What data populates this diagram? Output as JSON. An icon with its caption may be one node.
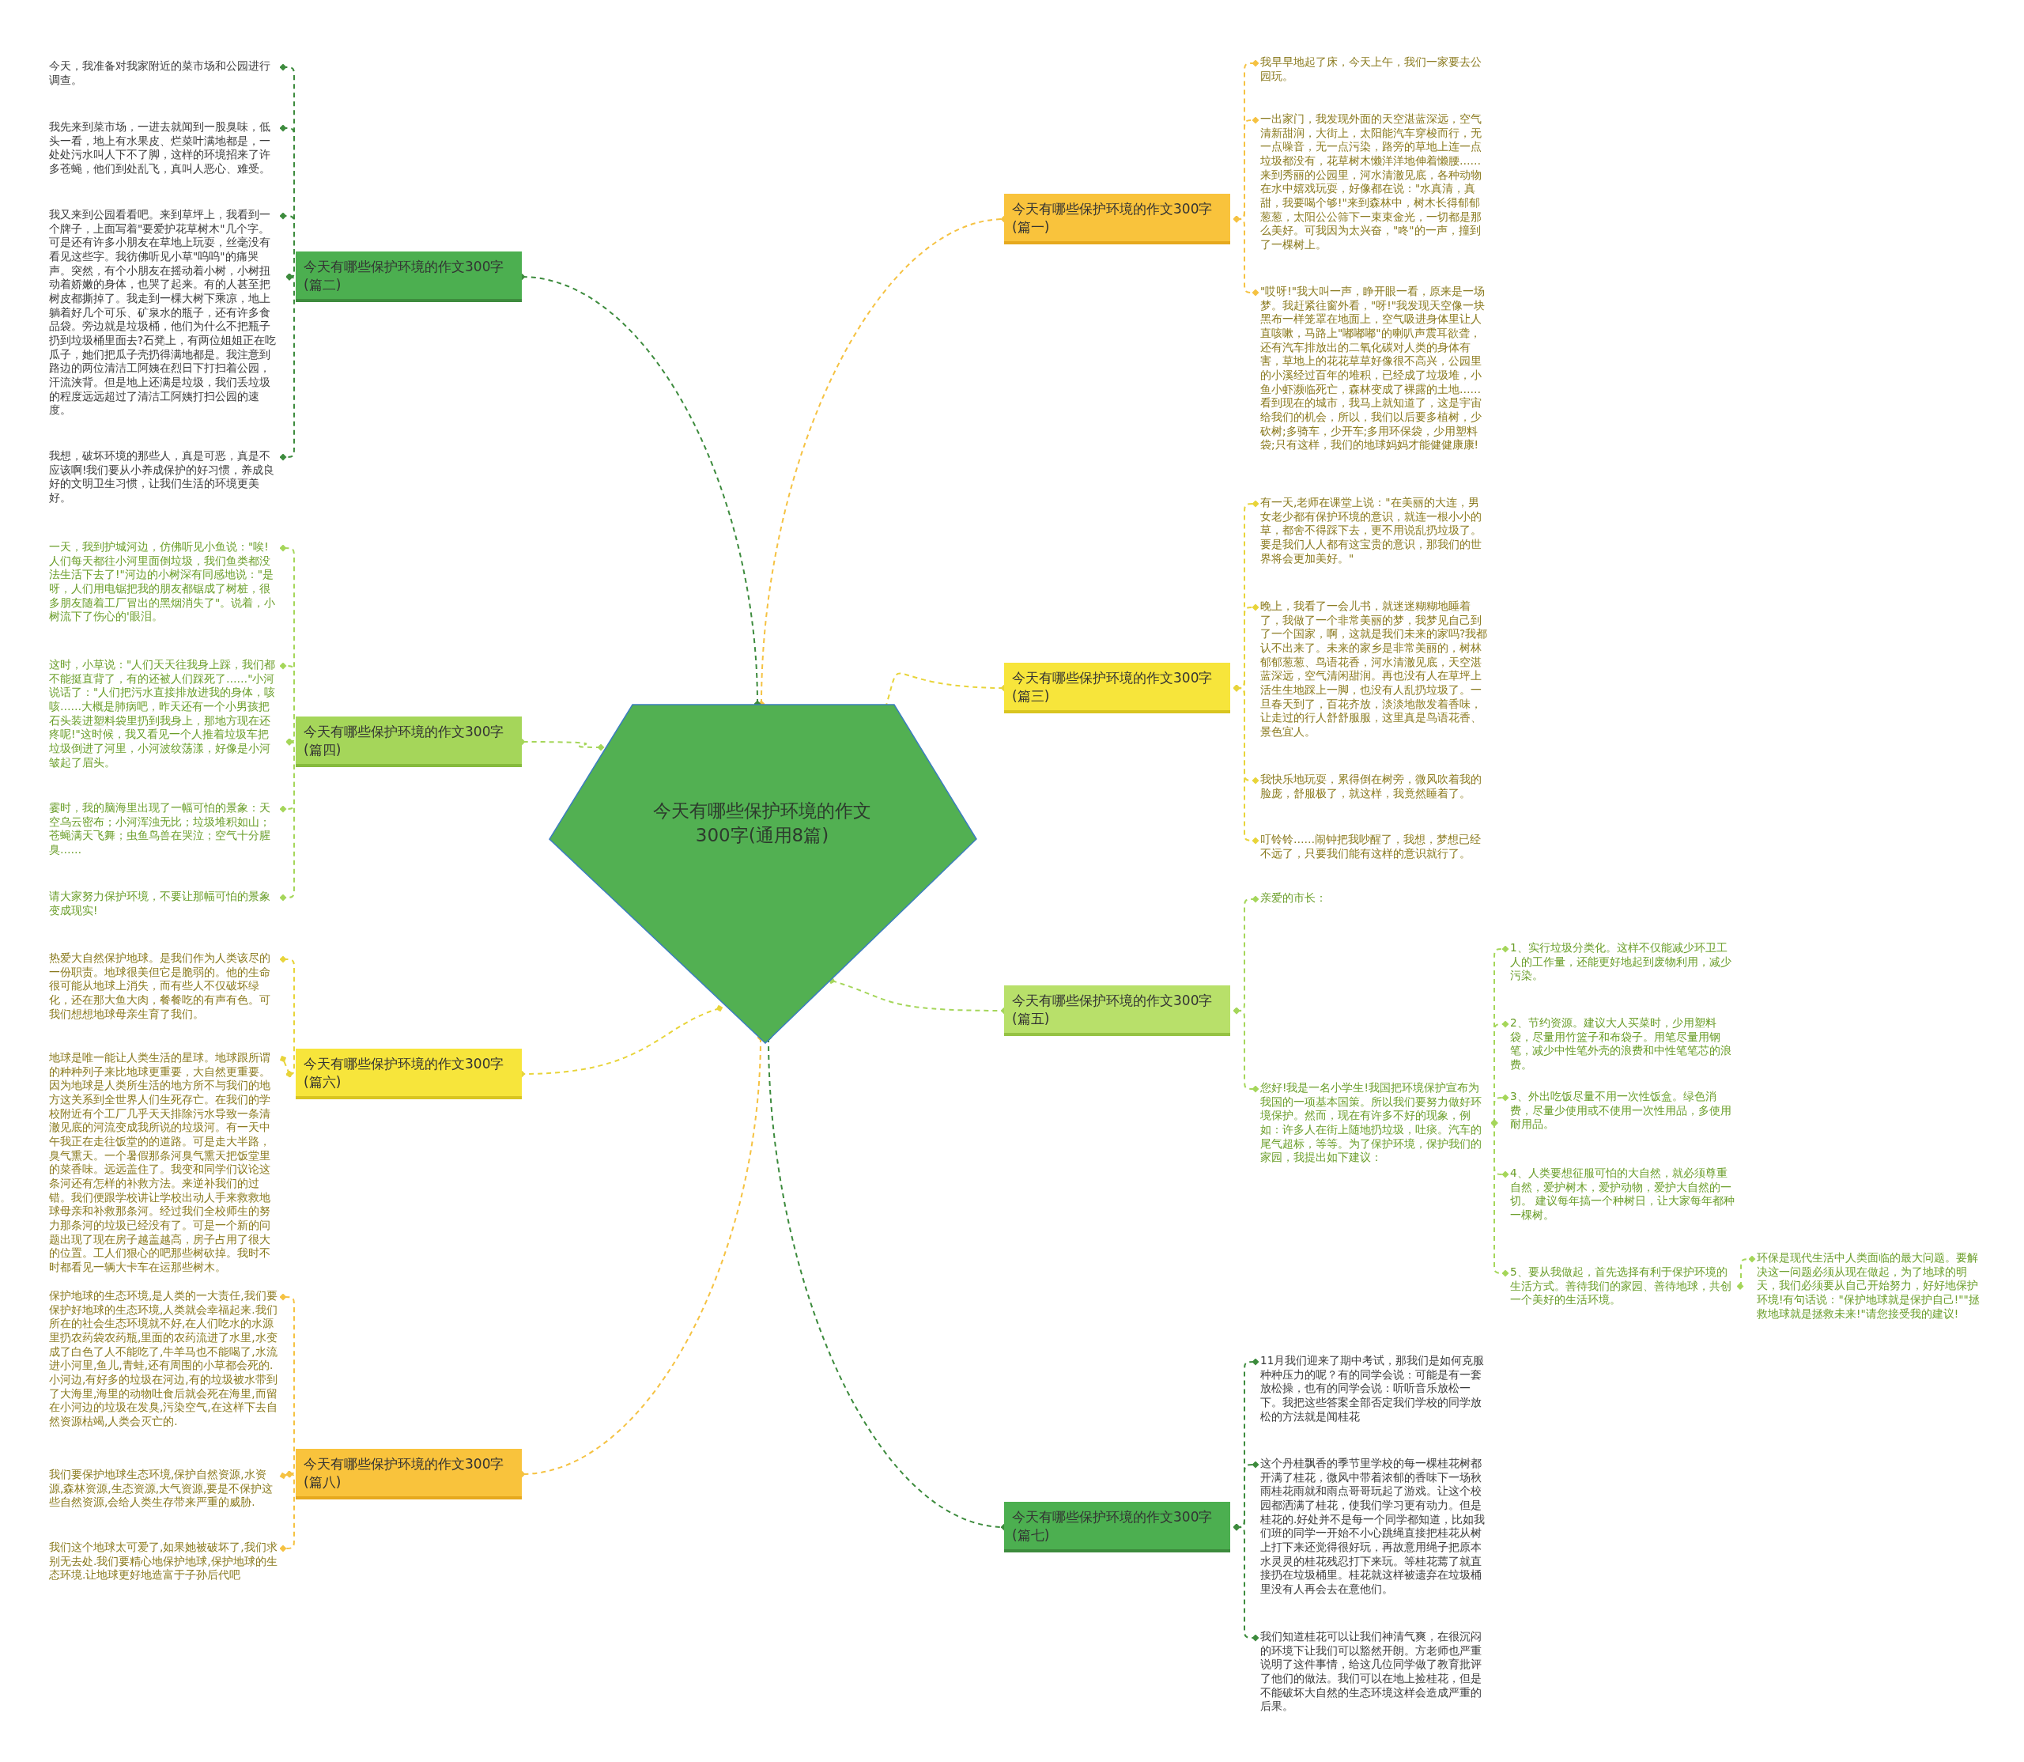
{
  "diagram": {
    "nodes": [
      {
        "text": [
          "今天有哪些保护环境的作文300字(通用8篇)"
        ]
      },
      {
        "text": [
          "今天有哪些保护环境的作文300字(篇一)"
        ]
      },
      {
        "text": [
          "我早早地起了床，今天上午，我们一家要去公园玩。"
        ]
      },
      {
        "text": [
          "一出家门，我发现外面的天空湛蓝深远，空气清新甜润，大街上，太阳能汽车穿梭而行，无一点噪音，无一点污染，路旁的草地上连一点垃圾都没有，花草树木懒洋洋地伸着懒腰……来到秀丽的公园里，河水清澈见底，各种动物在水中嬉戏玩耍，好像都在说：\"水真清，真甜，我要喝个够!\"来到森林中，树木长得郁郁葱葱，太阳公公筛下一束束金光，一切都是那么美好。可我因为太兴奋，\"咚\"的一声，撞到了一棵树上。"
        ]
      },
      {
        "text": [
          "\"哎呀!\"我大叫一声，睁开眼一看，原来是一场梦。我赶紧往窗外看，\"呀!\"我发现天空像一块黑布一样笼罩在地面上，空气吸进身体里让人直咳嗽，马路上\"嘟嘟嘟\"的喇叭声震耳欲聋，还有汽车排放出的二氧化碳对人类的身体有害，草地上的花花草草好像很不高兴，公园里的小溪经过百年的堆积，已经成了垃圾堆，小鱼小虾濒临死亡，森林变成了裸露的土地……看到现在的城市，我马上就知道了，这是宇宙给我们的机会，所以，我们以后要多植树，少砍树;多骑车，少开车;多用环保袋，少用塑料袋;只有这样，我们的地球妈妈才能健健康康!"
        ]
      },
      {
        "text": [
          "今天有哪些保护环境的作文300字(篇二)"
        ]
      },
      {
        "text": [
          "今天，我准备对我家附近的菜市场和公园进行调查。"
        ]
      },
      {
        "text": [
          "我先来到菜市场，一进去就闻到一股臭味，低头一看，地上有水果皮、烂菜叶满地都是，一处处污水叫人下不了脚，这样的环境招来了许多苍蝇，他们到处乱飞，真叫人恶心、难受。"
        ]
      },
      {
        "text": [
          "我又来到公园看看吧。来到草坪上，我看到一个牌子，上面写着\"要爱护花草树木\"几个字。可是还有许多小朋友在草地上玩耍，丝毫没有看见这些字。我彷佛听见小草\"呜呜\"的痛哭声。突然，有个小朋友在摇动着小树，小树扭动着娇嫩的身体，也哭了起来。有的人甚至把树皮都撕掉了。我走到一棵大树下乘凉，地上躺着好几个可乐、矿泉水的瓶子，还有许多食品袋。旁边就是垃圾桶，他们为什么不把瓶子扔到垃圾桶里面去?石凳上，有两位姐姐正在吃瓜子，她们把瓜子壳扔得满地都是。我注意到路边的两位清洁工阿姨在烈日下打扫着公园，汗流浃背。但是地上还满是垃圾，我们丢垃圾的程度远远超过了清洁工阿姨打扫公园的速度。"
        ]
      },
      {
        "text": [
          "我想，破坏环境的那些人，真是可恶，真是不应该啊!我们要从小养成保护的好习惯，养成良好的文明卫生习惯，让我们生活的环境更美好。"
        ]
      },
      {
        "text": [
          "今天有哪些保护环境的作文300字(篇三)"
        ]
      },
      {
        "text": [
          "有一天,老师在课堂上说：\"在美丽的大连，男女老少都有保护环境的意识，就连一根小小的草，都舍不得踩下去，更不用说乱扔垃圾了。要是我们人人都有这宝贵的意识，那我们的世界将会更加美好。\""
        ]
      },
      {
        "text": [
          "晚上，我看了一会儿书，就迷迷糊糊地睡着了，我做了一个非常美丽的梦，我梦见自己到了一个国家，啊，这就是我们未来的家吗?我都认不出来了。未来的家乡是非常美丽的，树林郁郁葱葱、鸟语花香，河水清澈见底，天空湛蓝深远，空气清闲甜润。再也没有人在草坪上活生生地踩上一脚，也没有人乱扔垃圾了。一旦春天到了，百花齐放，淡淡地散发着香味，让走过的行人舒舒服服，这里真是鸟语花香、景色宜人。"
        ]
      },
      {
        "text": [
          "我快乐地玩耍，累得倒在树旁，微风吹着我的脸庞，舒服极了，就这样，我竟然睡着了。"
        ]
      },
      {
        "text": [
          "叮铃铃……闹钟把我吵醒了，我想，梦想已经不远了，只要我们能有这样的意识就行了。"
        ]
      },
      {
        "text": [
          "今天有哪些保护环境的作文300字(篇四)"
        ]
      },
      {
        "text": [
          "一天，我到护城河边，仿佛听见小鱼说：\"唉!人们每天都往小河里面倒垃圾，我们鱼类都没法生活下去了!\"河边的小树深有同感地说：\"是呀，人们用电锯把我的朋友都锯成了树桩，很多朋友随着工厂冒出的黑烟消失了\"。说着，小树流下了伤心的'眼泪。"
        ]
      },
      {
        "text": [
          "这时，小草说：\"人们天天往我身上踩，我们都不能挺直背了，有的还被人们踩死了……\"小河说话了：\"人们把污水直接排放进我的身体，咳咳……大概是肺病吧，昨天还有一个小男孩把石头装进塑料袋里扔到我身上，那地方现在还疼呢!\"这时候，我又看见一个人推着垃圾车把垃圾倒进了河里，小河波纹荡漾，好像是小河皱起了眉头。"
        ]
      },
      {
        "text": [
          "霎时，我的脑海里出现了一幅可怕的景象：天空乌云密布；小河浑浊无比；垃圾堆积如山；苍蝇满天飞舞；虫鱼鸟兽在哭泣；空气十分腥臭……"
        ]
      },
      {
        "text": [
          "请大家努力保护环境，不要让那幅可怕的景象变成现实!"
        ]
      },
      {
        "text": [
          "今天有哪些保护环境的作文300字(篇五)"
        ]
      },
      {
        "text": [
          "亲爱的市长："
        ]
      },
      {
        "text": [
          "您好!我是一名小学生!我国把环境保护宣布为我国的一项基本国策。所以我们要努力做好环境保护。然而，现在有许多不好的现象，例如：许多人在街上随地扔垃圾，吐痰。汽车的尾气超标，等等。为了保护环境，保护我们的家园，我提出如下建议："
        ]
      },
      {
        "text": [
          "1、实行垃圾分类化。这样不仅能减少环卫工人的工作量，还能更好地起到废物利用，减少污染。"
        ]
      },
      {
        "text": [
          "2、节约资源。建议大人买菜时，少用塑料袋，尽量用竹篮子和布袋子。用笔尽量用钢笔，减少中性笔外壳的浪费和中性笔笔芯的浪费。"
        ]
      },
      {
        "text": [
          "3、外出吃饭尽量不用一次性饭盒。绿色消费，尽量少使用或不使用一次性用品，多使用耐用品。"
        ]
      },
      {
        "text": [
          "4、人类要想征服可怕的大自然，就必须尊重自然，爱护树木，爱护动物，爱护大自然的一切。 建议每年搞一个种树日，让大家每年都种一棵树。"
        ]
      },
      {
        "text": [
          "5、要从我做起，首先选择有利于保护环境的生活方式。善待我们的家园、善待地球，共创一个美好的生活环境。"
        ]
      },
      {
        "text": [
          "环保是现代生活中人类面临的最大问题。要解决这一问题必须从现在做起，为了地球的明天，我们必须要从自己开始努力，好好地保护环境!有句话说：\"保护地球就是保护自己!\"\"拯救地球就是拯救未来!\"请您接受我的建议!"
        ]
      },
      {
        "text": [
          "今天有哪些保护环境的作文300字(篇六)"
        ]
      },
      {
        "text": [
          "热爱大自然保护地球。是我们作为人类该尽的一份职责。地球很美但它是脆弱的。他的生命很可能从地球上消失，而有些人不仅破坏绿化，还在那大鱼大肉，餐餐吃的有声有色。可我们想想地球母亲生育了我们。"
        ]
      },
      {
        "text": [
          "地球是唯一能让人类生活的星球。地球跟所谓的种种列子来比地球更重要，大自然更重要。因为地球是人类所生活的地方所不与我们的地方这关系到全世界人们生死存亡。在我们的学校附近有个工厂几乎天天排除污水导致一条清澈见底的河流变成我所说的垃圾河。有一天中午我正在走往饭堂的的道路。可是走大半路，臭气熏天。一个暑假那条河臭气熏天把饭堂里的菜香味。远远盖住了。我变和同学们议论这条河还有怎样的补救方法。来逆补我们的过错。我们便跟学校讲让学校出动人手来救救地球母亲和补救那条河。经过我们全校师生的努力那条河的垃圾已经没有了。可是一个新的问题出现了现在房子越盖越高，房子占用了很大的位置。工人们狠心的吧那些树砍掉。我时不时都看见一辆大卡车在运那些树木。"
        ]
      },
      {
        "text": [
          "今天有哪些保护环境的作文300字(篇七)"
        ]
      },
      {
        "text": [
          "11月我们迎来了期中考试，那我们是如何克服种种压力的呢？有的同学会说：可能是有一套放松操，也有的同学会说：听听音乐放松一下。我把这些答案全部否定我们学校的同学放松的方法就是闻桂花"
        ]
      },
      {
        "text": [
          "这个丹桂飘香的季节里学校的每一棵桂花树都开满了桂花，微风中带着浓郁的香味下一场秋雨桂花雨就和雨点哥哥玩起了游戏。让这个校园都洒满了桂花，使我们学习更有动力。但是桂花的.好处并不是每一个同学都知道，比如我们班的同学一开始不小心跳绳直接把桂花从树上打下来还觉得很好玩，再故意用绳子把原本水灵灵的桂花残忍打下来玩。等桂花蔫了就直接扔在垃圾桶里。桂花就这样被遗弃在垃圾桶里没有人再会去在意他们。"
        ]
      },
      {
        "text": [
          "我们知道桂花可以让我们神清气爽，在很沉闷的环境下让我们可以豁然开朗。方老师也严重说明了这件事情，给这几位同学做了教育批评了他们的做法。我们可以在地上捡桂花，但是不能破坏大自然的生态环境这样会造成严重的后果。"
        ]
      },
      {
        "text": [
          "今天有哪些保护环境的作文300字(篇八)"
        ]
      },
      {
        "text": [
          "保护地球的生态环境,是人类的一大责任,我们要保护好地球的生态环境,人类就会幸福起来.我们所在的社会生态环境就不好,在人们吃水的水源里扔农药袋农药瓶,里面的农药流进了水里,水变成了白色了人不能吃了,牛羊马也不能喝了,水流进小河里,鱼儿,青蛙,还有周围的小草都会死的.小河边,有好多的垃圾在河边,有的垃圾被水带到了大海里,海里的动物吐食后就会死在海里,而留在小河边的垃圾在发臭,污染空气,在这样下去自然资源枯竭,人类会灭亡的."
        ]
      },
      {
        "text": [
          "我们要保护地球生态环境,保护自然资源,水资源,森林资源,生态资源,大气资源,要是不保护这些自然资源,会给人类生存带来严重的威胁."
        ]
      },
      {
        "text": [
          "我们这个地球太可爱了,如果她被破坏了,我们求别无去处.我们要精心地保护地球,保护地球的生态环境.让地球更好地造富于子孙后代吧"
        ]
      }
    ],
    "edges": [
      {
        "from": 0,
        "to": 1,
        "arrow": "other",
        "style": "dashed",
        "color": "#f5c242"
      },
      {
        "from": 1,
        "to": 2,
        "arrow": "other",
        "style": "dashed",
        "color": "#f5c242"
      },
      {
        "from": 1,
        "to": 3,
        "arrow": "other",
        "style": "dashed",
        "color": "#f5c242"
      },
      {
        "from": 1,
        "to": 4,
        "arrow": "other",
        "style": "dashed",
        "color": "#f5c242"
      },
      {
        "from": 0,
        "to": 5,
        "arrow": "other",
        "style": "dashed",
        "color": "#3d8b3d"
      },
      {
        "from": 5,
        "to": 6,
        "arrow": "other",
        "style": "dashed",
        "color": "#3d8b3d"
      },
      {
        "from": 5,
        "to": 7,
        "arrow": "other",
        "style": "dashed",
        "color": "#3d8b3d"
      },
      {
        "from": 5,
        "to": 8,
        "arrow": "other",
        "style": "dashed",
        "color": "#3d8b3d"
      },
      {
        "from": 5,
        "to": 9,
        "arrow": "other",
        "style": "dashed",
        "color": "#3d8b3d"
      },
      {
        "from": 0,
        "to": 10,
        "arrow": "other",
        "style": "dashed",
        "color": "#e8d43a"
      },
      {
        "from": 10,
        "to": 11,
        "arrow": "other",
        "style": "dashed",
        "color": "#e8d43a"
      },
      {
        "from": 10,
        "to": 12,
        "arrow": "other",
        "style": "dashed",
        "color": "#e8d43a"
      },
      {
        "from": 10,
        "to": 13,
        "arrow": "other",
        "style": "dashed",
        "color": "#e8d43a"
      },
      {
        "from": 10,
        "to": 14,
        "arrow": "other",
        "style": "dashed",
        "color": "#e8d43a"
      },
      {
        "from": 0,
        "to": 15,
        "arrow": "other",
        "style": "dashed",
        "color": "#a5d65a"
      },
      {
        "from": 15,
        "to": 16,
        "arrow": "other",
        "style": "dashed",
        "color": "#a5d65a"
      },
      {
        "from": 15,
        "to": 17,
        "arrow": "other",
        "style": "dashed",
        "color": "#a5d65a"
      },
      {
        "from": 15,
        "to": 18,
        "arrow": "other",
        "style": "dashed",
        "color": "#a5d65a"
      },
      {
        "from": 15,
        "to": 19,
        "arrow": "other",
        "style": "dashed",
        "color": "#a5d65a"
      },
      {
        "from": 0,
        "to": 20,
        "arrow": "other",
        "style": "dashed",
        "color": "#a5d65a"
      },
      {
        "from": 20,
        "to": 21,
        "arrow": "other",
        "style": "dashed",
        "color": "#a5d65a"
      },
      {
        "from": 20,
        "to": 22,
        "arrow": "other",
        "style": "dashed",
        "color": "#a5d65a"
      },
      {
        "from": 22,
        "to": 23,
        "arrow": "other",
        "style": "dashed",
        "color": "#a5d65a"
      },
      {
        "from": 22,
        "to": 24,
        "arrow": "other",
        "style": "dashed",
        "color": "#a5d65a"
      },
      {
        "from": 22,
        "to": 25,
        "arrow": "other",
        "style": "dashed",
        "color": "#a5d65a"
      },
      {
        "from": 22,
        "to": 26,
        "arrow": "other",
        "style": "dashed",
        "color": "#a5d65a"
      },
      {
        "from": 22,
        "to": 27,
        "arrow": "other",
        "style": "dashed",
        "color": "#a5d65a"
      },
      {
        "from": 27,
        "to": 28,
        "arrow": "other",
        "style": "dashed",
        "color": "#a5d65a"
      },
      {
        "from": 0,
        "to": 29,
        "arrow": "other",
        "style": "dashed",
        "color": "#e8d43a"
      },
      {
        "from": 29,
        "to": 30,
        "arrow": "other",
        "style": "dashed",
        "color": "#e8d43a"
      },
      {
        "from": 29,
        "to": 31,
        "arrow": "other",
        "style": "dashed",
        "color": "#e8d43a"
      },
      {
        "from": 0,
        "to": 32,
        "arrow": "other",
        "style": "dashed",
        "color": "#3d8b3d"
      },
      {
        "from": 32,
        "to": 33,
        "arrow": "other",
        "style": "dashed",
        "color": "#3d8b3d"
      },
      {
        "from": 32,
        "to": 34,
        "arrow": "other",
        "style": "dashed",
        "color": "#3d8b3d"
      },
      {
        "from": 32,
        "to": 35,
        "arrow": "other",
        "style": "dashed",
        "color": "#3d8b3d"
      },
      {
        "from": 0,
        "to": 36,
        "arrow": "other",
        "style": "dashed",
        "color": "#f5c242"
      },
      {
        "from": 36,
        "to": 37,
        "arrow": "other",
        "style": "dashed",
        "color": "#f5c242"
      },
      {
        "from": 36,
        "to": 38,
        "arrow": "other",
        "style": "dashed",
        "color": "#f5c242"
      },
      {
        "from": 36,
        "to": 39,
        "arrow": "other",
        "style": "dashed",
        "color": "#f5c242"
      }
    ]
  }
}
